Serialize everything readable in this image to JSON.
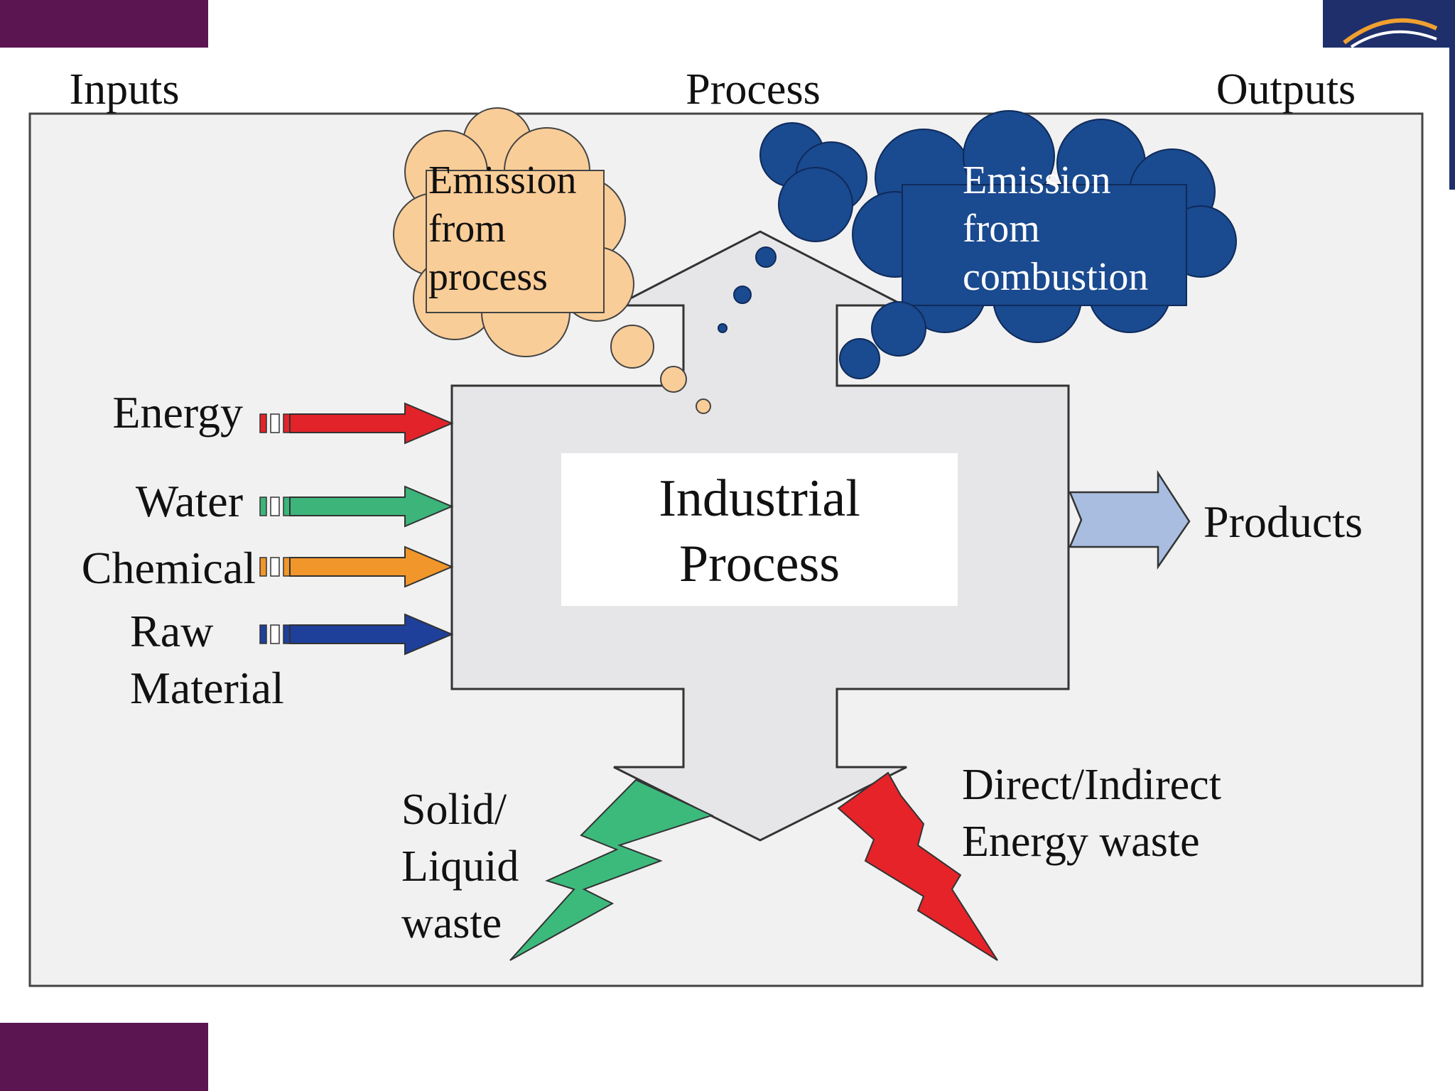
{
  "headers": {
    "inputs": "Inputs",
    "process": "Process",
    "outputs": "Outputs"
  },
  "center": {
    "line1": "Industrial",
    "line2": "Process"
  },
  "inputs": [
    {
      "label_lines": [
        "Energy"
      ],
      "color": "#e2232a"
    },
    {
      "label_lines": [
        "Water"
      ],
      "color": "#3cb47a"
    },
    {
      "label_lines": [
        "Chemical"
      ],
      "color": "#f0962a"
    },
    {
      "label_lines": [
        "Raw",
        "Material"
      ],
      "color": "#1e3f9a"
    }
  ],
  "emission_process": {
    "lines": [
      "Emission",
      "from",
      "process"
    ],
    "color": "#f9cd98"
  },
  "emission_combustion": {
    "lines": [
      "Emission",
      "from",
      "combustion"
    ],
    "color": "#1a4a8f"
  },
  "products": {
    "label": "Products",
    "color": "#a9bde0"
  },
  "solid_waste": {
    "lines": [
      "Solid/",
      "Liquid",
      "waste"
    ],
    "color": "#3cba7c"
  },
  "energy_waste": {
    "lines": [
      "Direct/Indirect",
      "Energy waste"
    ],
    "color": "#e52329"
  },
  "colors": {
    "corner_accent": "#5b1651",
    "logo_bg": "#1e2f6b",
    "frame_bg": "#f1f1f1",
    "process_fill": "#e6e6e8"
  }
}
